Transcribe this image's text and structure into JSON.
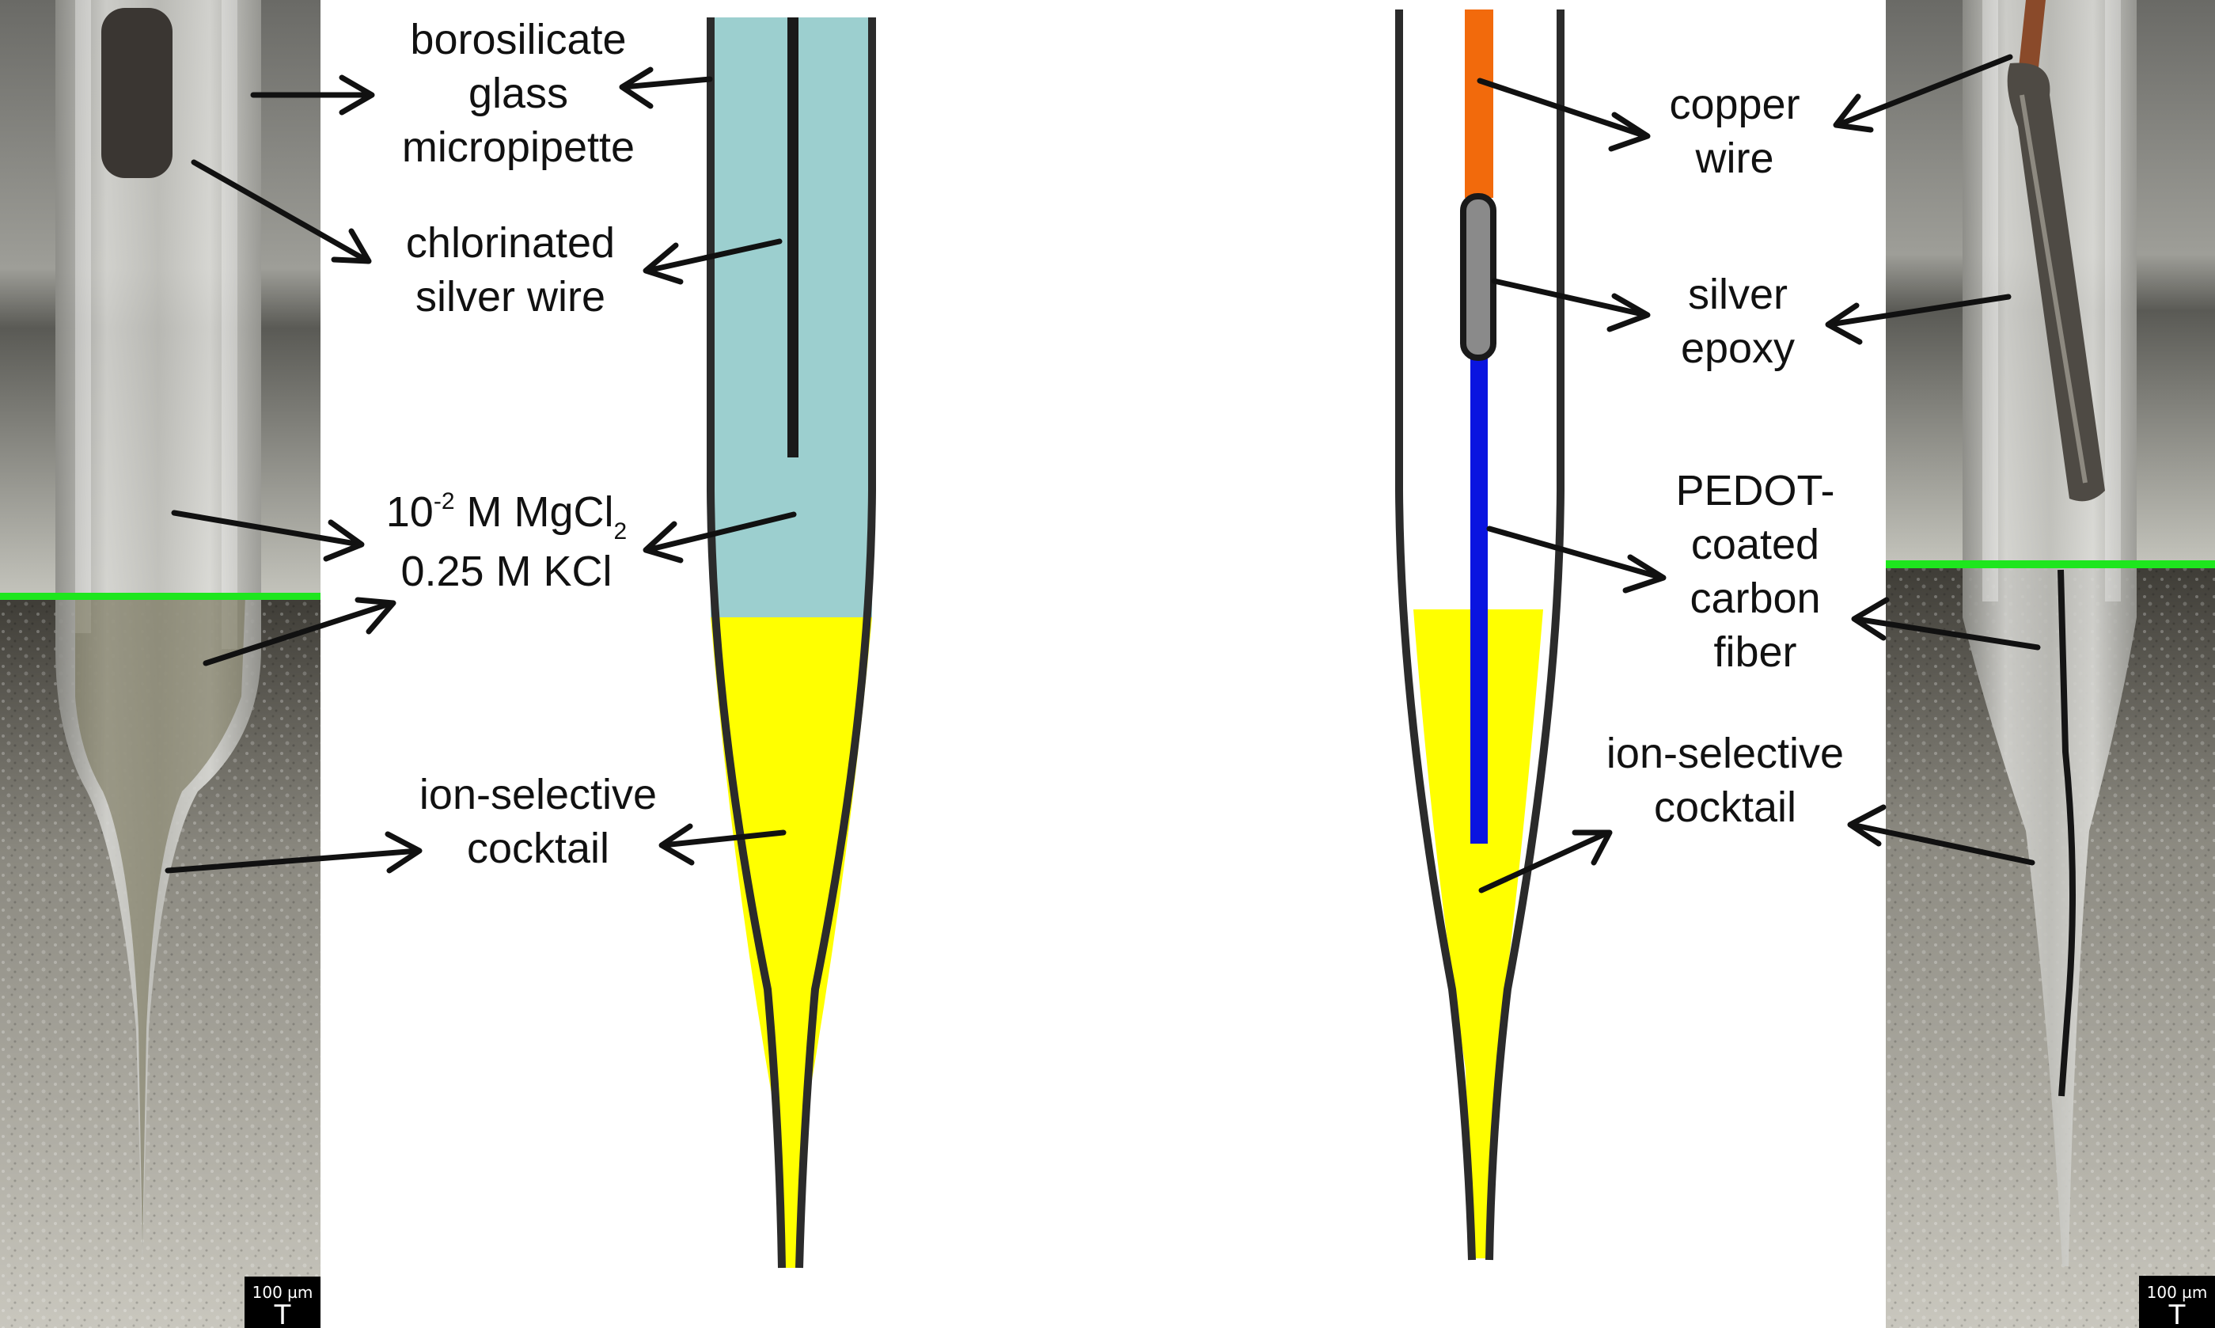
{
  "colors": {
    "filling_solution": "#9ccfcf",
    "cocktail": "#ffff00",
    "pipette_wall": "#2b2b2b",
    "copper_wire": "#f26a0c",
    "carbon_fiber": "#0a14e0",
    "silver_epoxy": "#8a8a8a",
    "interface_line": "#1ee61e",
    "arrow": "#111111"
  },
  "left_panel": {
    "labels": {
      "glass": [
        "borosilicate",
        "glass",
        "micropipette"
      ],
      "wire": [
        "chlorinated",
        "silver wire"
      ],
      "solution_line1_base": "10",
      "solution_line1_sup": "-2",
      "solution_line1_rest": " M MgCl",
      "solution_line1_sub": "2",
      "solution_line2": "0.25 M KCl",
      "cocktail": [
        "ion-selective",
        "cocktail"
      ]
    },
    "scale_bar": {
      "value": "100 µm",
      "glyph": "T"
    }
  },
  "right_panel": {
    "labels": {
      "copper": [
        "copper",
        "wire"
      ],
      "epoxy": [
        "silver",
        "epoxy"
      ],
      "fiber": [
        "PEDOT-",
        "coated",
        "carbon",
        "fiber"
      ],
      "cocktail": [
        "ion-selective",
        "cocktail"
      ]
    },
    "scale_bar": {
      "value": "100 µm",
      "glyph": "T"
    }
  }
}
